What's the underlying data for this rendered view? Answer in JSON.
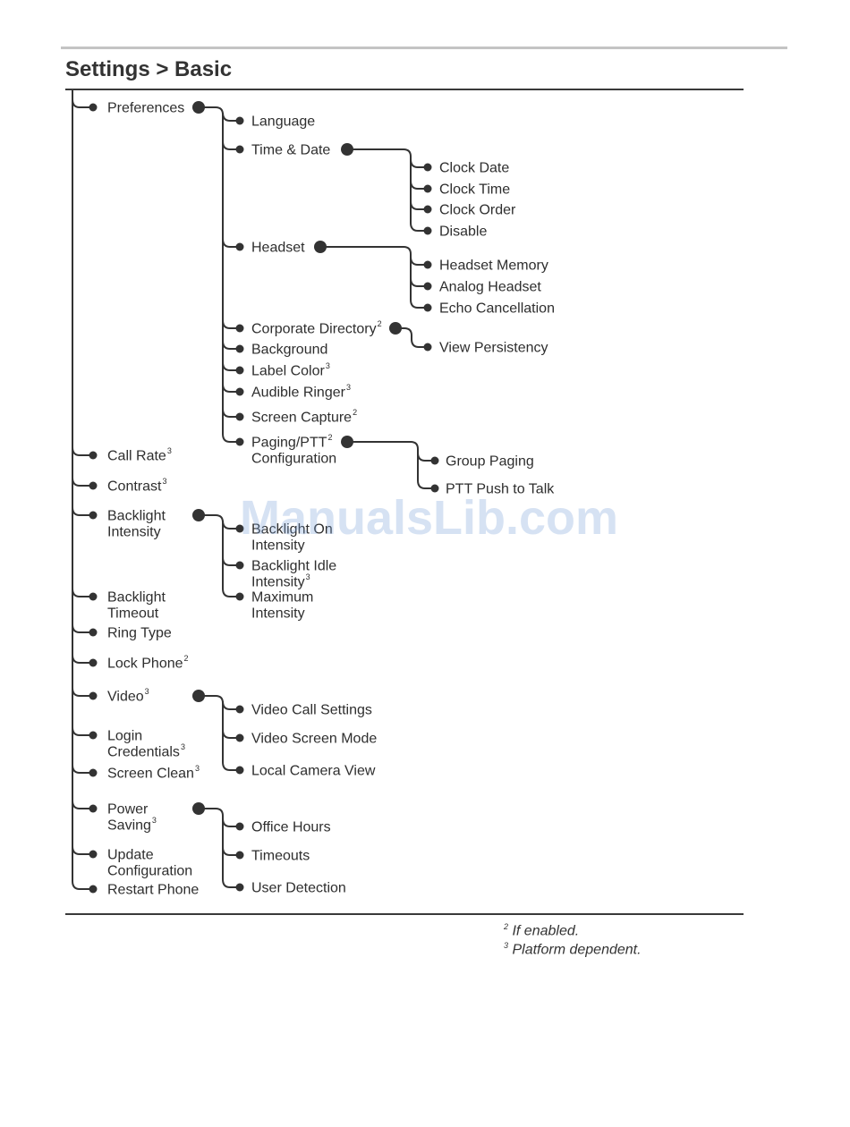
{
  "page": {
    "title": "Settings > Basic"
  },
  "colors": {
    "line": "#333333",
    "text": "#2e2e2e",
    "rule_top": "#c4c4c4",
    "watermark": "#78a0d7"
  },
  "tree": [
    {
      "id": "preferences",
      "label": "Preferences",
      "children": [
        {
          "id": "language",
          "label": "Language"
        },
        {
          "id": "time-date",
          "label": "Time & Date",
          "children": [
            {
              "id": "clock-date",
              "label": "Clock Date"
            },
            {
              "id": "clock-time",
              "label": "Clock Time"
            },
            {
              "id": "clock-order",
              "label": "Clock Order"
            },
            {
              "id": "disable",
              "label": "Disable"
            }
          ]
        },
        {
          "id": "headset",
          "label": "Headset",
          "children": [
            {
              "id": "headset-memory",
              "label": "Headset Memory"
            },
            {
              "id": "analog-headset",
              "label": "Analog Headset"
            },
            {
              "id": "echo-cancellation",
              "label": "Echo Cancellation"
            }
          ]
        },
        {
          "id": "corporate-directory",
          "label": "Corporate Directory",
          "sup": "2",
          "children": [
            {
              "id": "view-persistency",
              "label": "View Persistency"
            }
          ]
        },
        {
          "id": "background",
          "label": "Background"
        },
        {
          "id": "label-color",
          "label": "Label Color",
          "sup": "3"
        },
        {
          "id": "audible-ringer",
          "label": "Audible Ringer",
          "sup": "3"
        },
        {
          "id": "screen-capture",
          "label": "Screen Capture",
          "sup": "2"
        },
        {
          "id": "paging-ptt",
          "label": "Paging/PTT",
          "line2": "Configuration",
          "sup": "2",
          "children": [
            {
              "id": "group-paging",
              "label": "Group Paging"
            },
            {
              "id": "ptt-push-to-talk",
              "label": "PTT Push to Talk"
            }
          ]
        }
      ]
    },
    {
      "id": "call-rate",
      "label": "Call Rate",
      "sup": "3"
    },
    {
      "id": "contrast",
      "label": "Contrast",
      "sup": "3"
    },
    {
      "id": "backlight-intensity",
      "label": "Backlight",
      "line2": "Intensity",
      "children": [
        {
          "id": "backlight-on-intensity",
          "label": "Backlight On",
          "line2": "Intensity"
        },
        {
          "id": "backlight-idle-intensity",
          "label": "Backlight Idle",
          "line2": "Intensity",
          "sup": "3"
        },
        {
          "id": "maximum-intensity",
          "label": "Maximum",
          "line2": "Intensity"
        }
      ]
    },
    {
      "id": "backlight-timeout",
      "label": "Backlight",
      "line2": "Timeout"
    },
    {
      "id": "ring-type",
      "label": "Ring Type"
    },
    {
      "id": "lock-phone",
      "label": "Lock Phone",
      "sup": "2"
    },
    {
      "id": "video",
      "label": "Video",
      "sup": "3",
      "children": [
        {
          "id": "video-call-settings",
          "label": "Video Call Settings"
        },
        {
          "id": "video-screen-mode",
          "label": "Video Screen Mode"
        },
        {
          "id": "local-camera-view",
          "label": "Local Camera View"
        }
      ]
    },
    {
      "id": "login-credentials",
      "label": "Login",
      "line2": "Credentials",
      "sup": "3"
    },
    {
      "id": "screen-clean",
      "label": "Screen Clean",
      "sup": "3"
    },
    {
      "id": "power-saving",
      "label": "Power",
      "line2": "Saving",
      "sup": "3",
      "children": [
        {
          "id": "office-hours",
          "label": "Office Hours"
        },
        {
          "id": "timeouts",
          "label": "Timeouts"
        },
        {
          "id": "user-detection",
          "label": "User Detection"
        }
      ]
    },
    {
      "id": "update-configuration",
      "label": "Update",
      "line2": "Configuration"
    },
    {
      "id": "restart-phone",
      "label": "Restart Phone"
    }
  ],
  "footnotes": [
    {
      "mark": "2",
      "text": "If enabled."
    },
    {
      "mark": "3",
      "text": "Platform dependent."
    }
  ],
  "watermark": "ManualsLib.com"
}
